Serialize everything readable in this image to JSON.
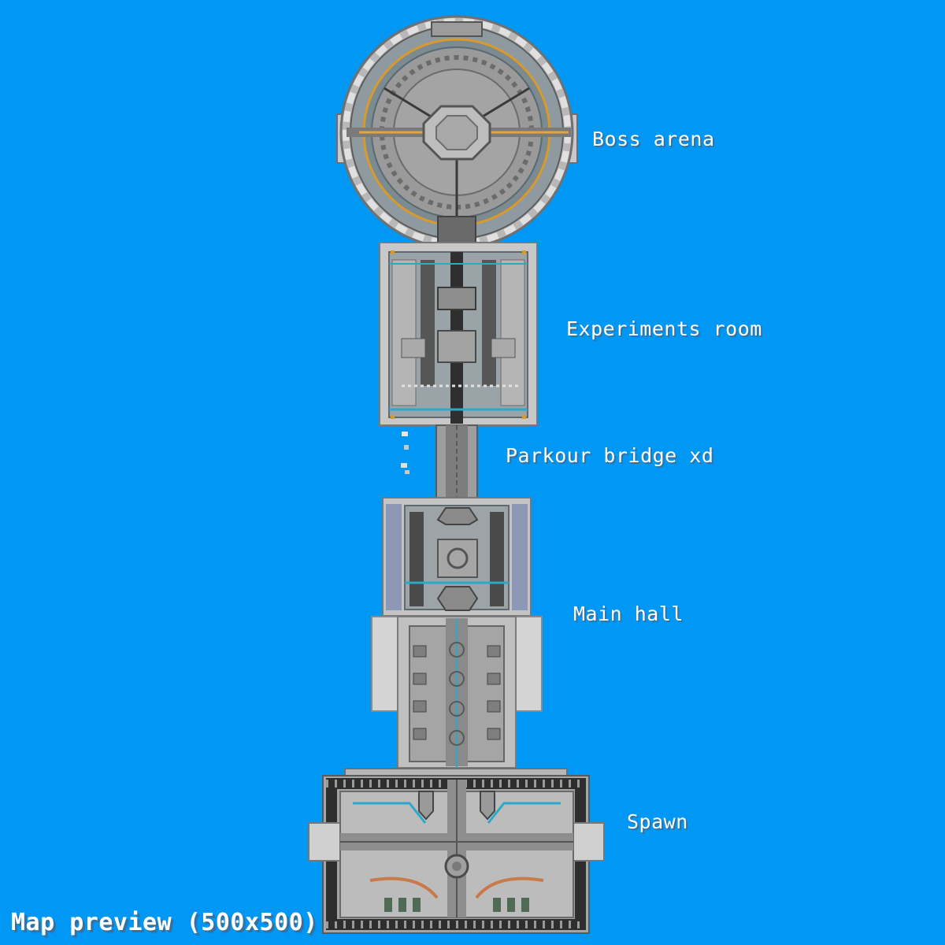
{
  "map": {
    "background_color": "#0097f5",
    "label_color": "#ffffff",
    "caption": "Map preview (500x500)",
    "areas": [
      {
        "id": "boss-arena",
        "label": "Boss arena"
      },
      {
        "id": "experiments-room",
        "label": "Experiments room"
      },
      {
        "id": "parkour-bridge",
        "label": "Parkour bridge xd"
      },
      {
        "id": "main-hall",
        "label": "Main hall"
      },
      {
        "id": "spawn",
        "label": "Spawn"
      }
    ]
  }
}
